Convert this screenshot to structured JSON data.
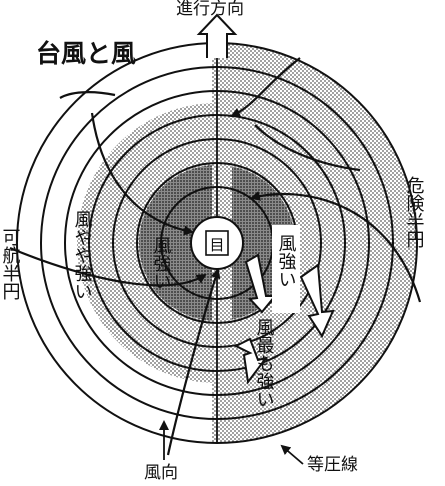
{
  "title": "台風と風",
  "labels": {
    "direction_of_travel": "進行方向",
    "wind_direction": "風向",
    "isobars": "等圧線",
    "dangerous_semicircle": "危険半円",
    "navigable_semicircle": "可航半円",
    "wind_fairly_strong": "風やや強い",
    "wind_strong_left": "風強い",
    "wind_strong_right": "風強い",
    "wind_strongest": "風最も強い",
    "eye": "目"
  },
  "colors": {
    "ink": "#111111",
    "dot_shade": "#bdbdbd",
    "dark_shade": "#6e6e6e",
    "paper": "#ffffff"
  },
  "icons": {
    "travel_arrow": "up-arrow-icon",
    "pointer": "arrow-icon"
  }
}
